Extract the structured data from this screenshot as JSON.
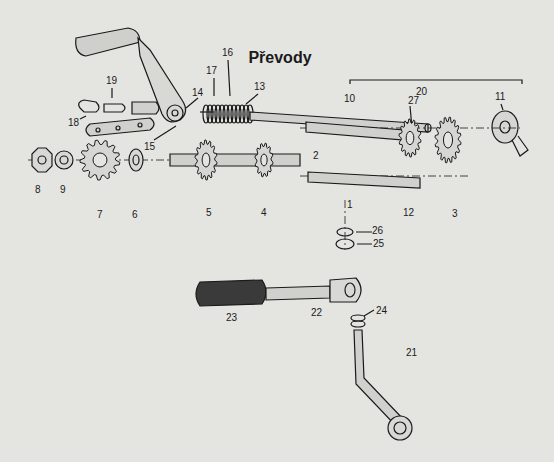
{
  "diagram": {
    "title": "Převody",
    "labels": [
      "19",
      "16",
      "17",
      "14",
      "13",
      "20",
      "10",
      "27",
      "11",
      "18",
      "15",
      "2",
      "8",
      "9",
      "7",
      "6",
      "5",
      "4",
      "1",
      "12",
      "3",
      "26",
      "25",
      "24",
      "23",
      "22",
      "21"
    ]
  }
}
